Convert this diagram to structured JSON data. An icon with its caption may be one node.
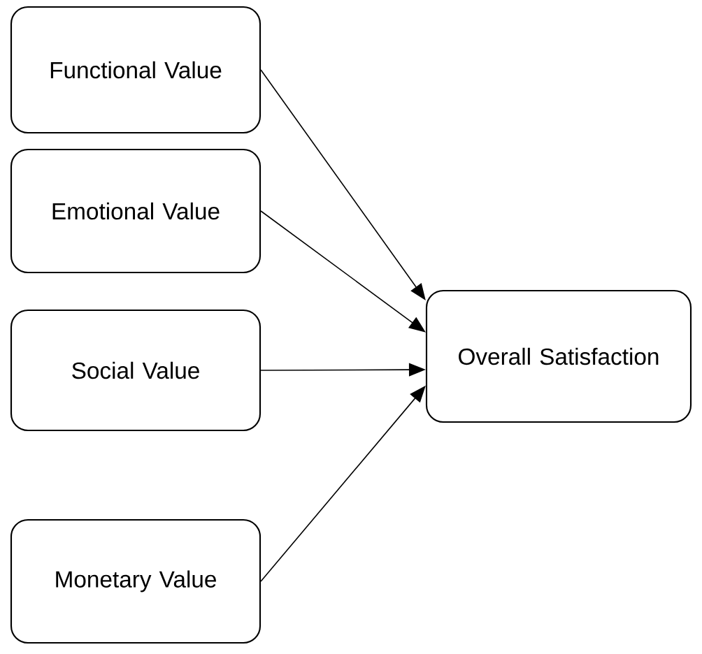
{
  "diagram": {
    "nodes": [
      {
        "text": [
          "Functional Value"
        ]
      },
      {
        "text": [
          "Emotional Value"
        ]
      },
      {
        "text": [
          "Social Value"
        ]
      },
      {
        "text": [
          "Monetary Value"
        ]
      },
      {
        "text": [
          "Overall Satisfaction"
        ]
      }
    ],
    "edges": [
      {
        "from": 0,
        "to": 4,
        "arrow": "to"
      },
      {
        "from": 1,
        "to": 4,
        "arrow": "to"
      },
      {
        "from": 2,
        "to": 4,
        "arrow": "to"
      },
      {
        "from": 3,
        "to": 4,
        "arrow": "to"
      }
    ]
  }
}
